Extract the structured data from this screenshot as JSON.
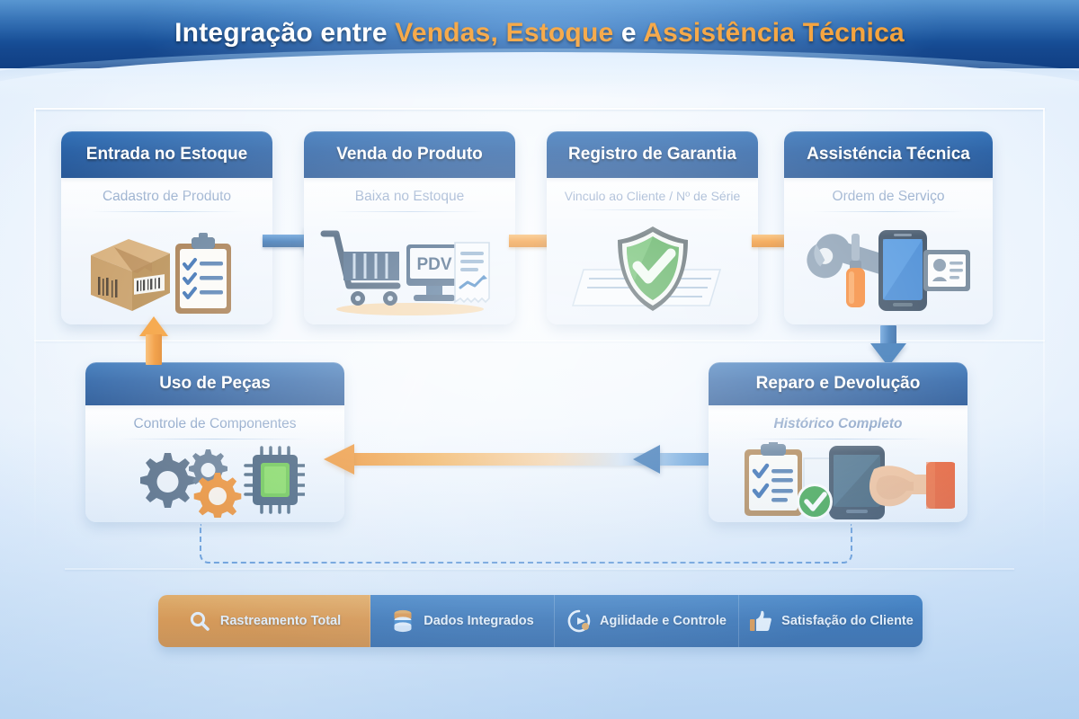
{
  "banner": {
    "title_parts": [
      {
        "text": "Integração entre ",
        "color": "white"
      },
      {
        "text": "Vendas, Estoque",
        "color": "orange"
      },
      {
        "text": " e ",
        "color": "white"
      },
      {
        "text": "Assistência Técnica",
        "color": "orange"
      }
    ],
    "title_full": "Integração entre Vendas, Estoque e Assistência Técnica",
    "part1": "Integração entre ",
    "part2": "Vendas, Estoque",
    "part3": " e ",
    "part4": "Assistência Técnica",
    "bg_color": "#15488f",
    "accent_color": "#f5a33c"
  },
  "colors": {
    "card_header_blue": "#1d579f",
    "subtitle_blue": "#1b4c92",
    "arrow_orange": "#f08a1c",
    "arrow_blue": "#1d62ab",
    "shield_green": "#2f9e3f",
    "page_bg": "#dbeafb"
  },
  "cards": {
    "entrada": {
      "title": "Entrada no Estoque",
      "subtitle": "Cadastro de Produto",
      "icons": [
        "cardboard-box-icon",
        "clipboard-checklist-icon"
      ]
    },
    "venda": {
      "title": "Venda do Produto",
      "subtitle": "Baixa no Estoque",
      "icons": [
        "shopping-cart-icon",
        "pdv-monitor-icon",
        "receipt-icon"
      ],
      "monitor_label": "PDV"
    },
    "garantia": {
      "title": "Registro de Garantia",
      "subtitle": "Vinculo ao Cliente / Nº de Série",
      "icons": [
        "document-icon",
        "green-shield-check-icon"
      ]
    },
    "assistencia": {
      "title": "Assisténcia Técnica",
      "subtitle": "Ordem de Serviço",
      "icons": [
        "wrench-icon",
        "screwdriver-icon",
        "smartphone-icon",
        "id-card-icon"
      ]
    },
    "pecas": {
      "title": "Uso de Peças",
      "subtitle": "Controle de Componentes",
      "icons": [
        "gear-icon",
        "small-gear-icon",
        "orange-gear-icon",
        "microchip-icon"
      ]
    },
    "reparo": {
      "title": "Reparo e Devolução",
      "subtitle": "Histórico Completo",
      "icons": [
        "clipboard-checklist-icon",
        "smartphone-icon",
        "hand-icon",
        "green-check-badge-icon"
      ]
    }
  },
  "arrows": [
    {
      "name": "arrow-entrada-to-venda",
      "color": "blue",
      "direction": "right"
    },
    {
      "name": "arrow-venda-to-garantia",
      "color": "orange",
      "direction": "right"
    },
    {
      "name": "arrow-garantia-to-assistencia",
      "color": "orange",
      "direction": "right"
    },
    {
      "name": "arrow-assistencia-to-reparo",
      "color": "blue",
      "direction": "down"
    },
    {
      "name": "arrow-reparo-to-pecas",
      "color": "orange-to-blue",
      "direction": "left"
    },
    {
      "name": "arrow-pecas-to-entrada",
      "color": "orange",
      "direction": "up"
    },
    {
      "name": "dashed-feedback-loop",
      "color": "blue",
      "direction": "loop"
    }
  ],
  "benefits": [
    {
      "label": "Rastreamento Total",
      "icon": "search-icon",
      "style": "orange"
    },
    {
      "label": "Dados Integrados",
      "icon": "database-icon",
      "style": "blue"
    },
    {
      "label": "Agilidade e Controle",
      "icon": "speed-gauge-icon",
      "style": "blue"
    },
    {
      "label": "Satisfação do Cliente",
      "icon": "thumbs-up-icon",
      "style": "blue"
    }
  ],
  "benefit0_label": "Rastreamento Total",
  "benefit1_label": "Dados Integrados",
  "benefit2_label": "Agilidade e Controle",
  "benefit3_label": "Satisfação do Cliente"
}
